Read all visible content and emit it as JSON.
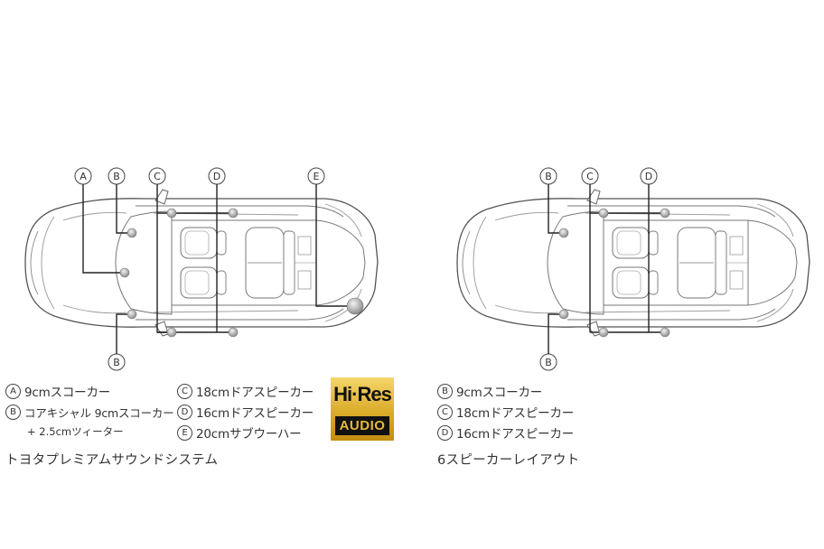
{
  "diagram_left": {
    "labels": {
      "a": "A",
      "b": "B",
      "c": "C",
      "d": "D",
      "e": "E"
    },
    "legend": [
      {
        "letter": "A",
        "text": "9cmスコーカー"
      },
      {
        "letter": "B",
        "text": "コアキシャル 9cmスコーカー",
        "subtext": "+ 2.5cmツィーター"
      },
      {
        "letter": "C",
        "text": "18cmドアスピーカー"
      },
      {
        "letter": "D",
        "text": "16cmドアスピーカー"
      },
      {
        "letter": "E",
        "text": "20cmサブウーハー"
      }
    ],
    "caption": "トヨタプレミアムサウンドシステム"
  },
  "diagram_right": {
    "labels": {
      "b": "B",
      "c": "C",
      "d": "D"
    },
    "legend": [
      {
        "letter": "B",
        "text": "9cmスコーカー"
      },
      {
        "letter": "C",
        "text": "18cmドアスピーカー"
      },
      {
        "letter": "D",
        "text": "16cmドアスピーカー"
      }
    ],
    "caption": "6スピーカーレイアウト"
  },
  "hires_logo": {
    "top": "Hi·Res",
    "bottom": "AUDIO"
  }
}
